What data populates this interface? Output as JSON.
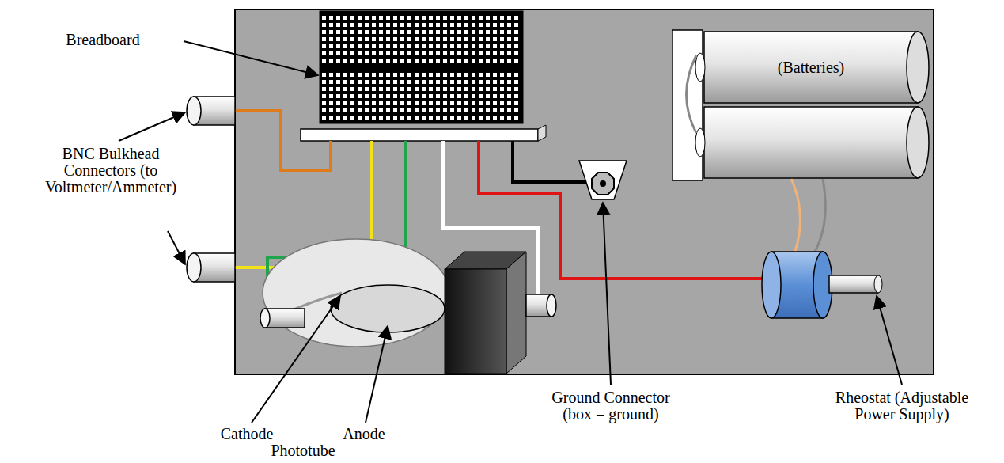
{
  "diagram": {
    "nodes": [
      {
        "text": [
          "(Batteries)"
        ]
      }
    ],
    "labels": [
      "Breadboard",
      "BNC Bulkhead Connectors (to Voltmeter/Ammeter)",
      "Cathode",
      "Anode",
      "Phototube",
      "Ground Connector (box = ground)",
      "Rheostat (Adjustable Power Supply)"
    ]
  }
}
